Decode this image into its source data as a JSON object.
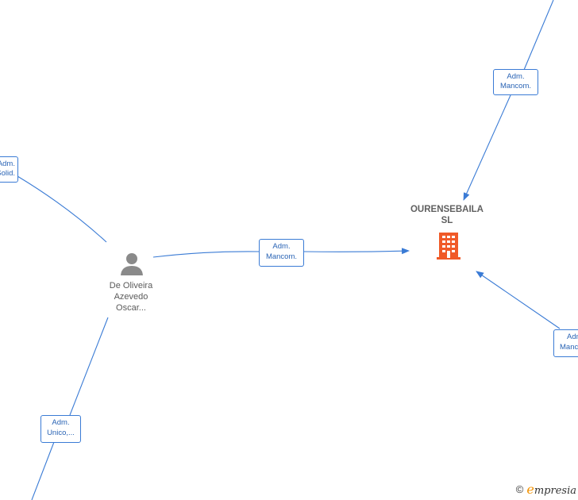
{
  "nodes": {
    "company": {
      "line1": "OURENSEBAILA",
      "line2": "SL",
      "icon": "building-icon",
      "color": "#f05a28"
    },
    "person": {
      "line1": "De Oliveira",
      "line2": "Azevedo",
      "line3": "Oscar...",
      "icon": "person-icon",
      "color": "#8a8a8a"
    }
  },
  "edges": [
    {
      "id": "top",
      "label1": "Adm.",
      "label2": "Mancom."
    },
    {
      "id": "left-top",
      "label1": "Adm.",
      "label2": "Solid."
    },
    {
      "id": "person-company",
      "label1": "Adm.",
      "label2": "Mancom."
    },
    {
      "id": "right-bottom",
      "label1": "Adm.",
      "label2": "Mancom."
    },
    {
      "id": "bottom-left",
      "label1": "Adm.",
      "label2": "Unico,..."
    }
  ],
  "brand": {
    "copyright": "©",
    "initial": "e",
    "name": "mpresia"
  },
  "colors": {
    "edge": "#3a7bd5",
    "label_text": "#2a64b5"
  }
}
